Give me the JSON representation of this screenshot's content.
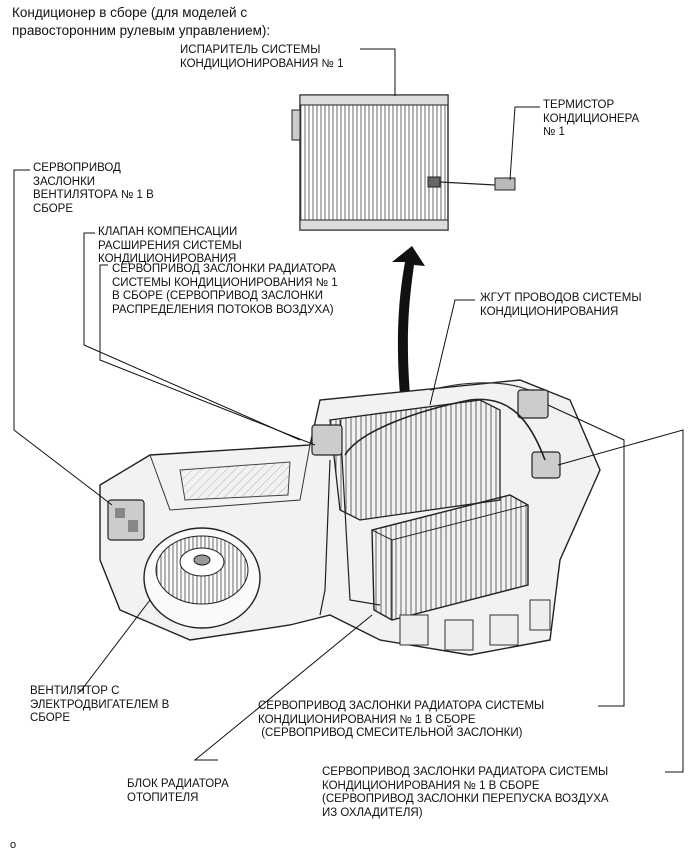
{
  "title": "Кондиционер в сборе (для моделей с\nправосторонним рулевым управлением):",
  "labels": {
    "evaporator": "ИСПАРИТЕЛЬ СИСТЕМЫ\nКОНДИЦИОНИРОВАНИЯ № 1",
    "thermistor": "ТЕРМИСТОР\nКОНДИЦИОНЕРА\n№ 1",
    "blower_servo": "СЕРВОПРИВОД\nЗАСЛОНКИ\nВЕНТИЛЯТОРА № 1 В\nСБОРЕ",
    "expansion_valve": "КЛАПАН КОМПЕНСАЦИИ\nРАСШИРЕНИЯ СИСТЕМЫ\nКОНДИЦИОНИРОВАНИЯ",
    "mode_servo": "СЕРВОПРИВОД ЗАСЛОНКИ РАДИАТОРА\nСИСТЕМЫ КОНДИЦИОНИРОВАНИЯ № 1\nВ СБОРЕ (СЕРВОПРИВОД ЗАСЛОНКИ\nРАСПРЕДЕЛЕНИЯ ПОТОКОВ ВОЗДУХА)",
    "wire_harness": "ЖГУТ ПРОВОДОВ СИСТЕМЫ\nКОНДИЦИОНИРОВАНИЯ",
    "blower_motor": "ВЕНТИЛЯТОР С\nЭЛЕКТРОДВИГАТЕЛЕМ В\nСБОРЕ",
    "air_mix_servo": "СЕРВОПРИВОД ЗАСЛОНКИ РАДИАТОРА СИСТЕМЫ\nКОНДИЦИОНИРОВАНИЯ № 1 В СБОРЕ\n (СЕРВОПРИВОД СМЕСИТЕЛЬНОЙ ЗАСЛОНКИ)",
    "heater_core": "БЛОК РАДИАТОРА\nОТОПИТЕЛЯ",
    "bypass_servo": "СЕРВОПРИВОД ЗАСЛОНКИ РАДИАТОРА СИСТЕМЫ\nКОНДИЦИОНИРОВАНИЯ № 1 В СБОРЕ\n(СЕРВОПРИВОД ЗАСЛОНКИ ПЕРЕПУСКА ВОЗДУХА\nИЗ ОХЛАДИТЕЛЯ)"
  },
  "figure_code": "o"
}
